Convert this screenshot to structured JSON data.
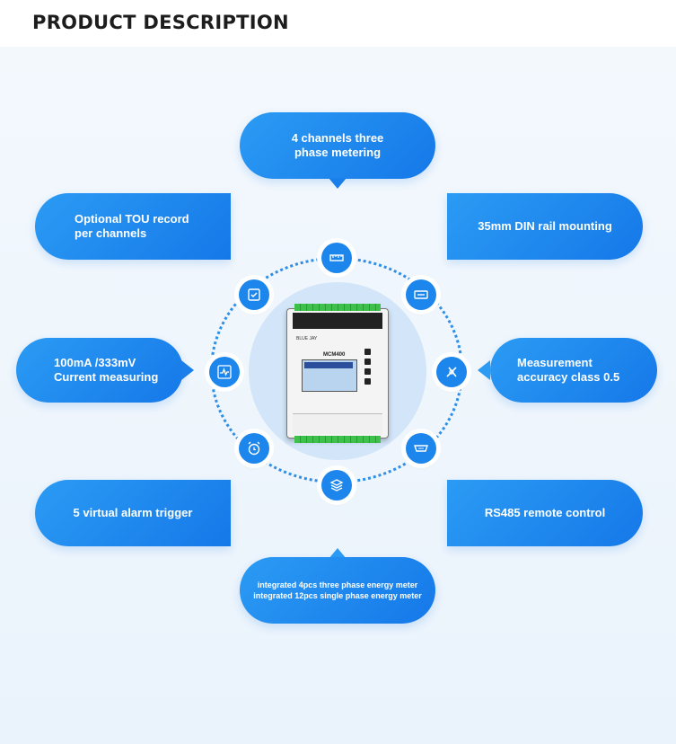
{
  "header": {
    "title": "PRODUCT DESCRIPTION"
  },
  "features": {
    "top": "4 channels three phase metering",
    "top_left": "Optional TOU record per channels",
    "top_right": "35mm DIN rail mounting",
    "mid_left": "100mA /333mV Current measuring",
    "mid_right": "Measurement accuracy class 0.5",
    "bottom_left": "5 virtual alarm trigger",
    "bottom_right": "RS485 remote control",
    "bottom_line1": "integrated 4pcs three phase energy meter",
    "bottom_line2": "integrated 12pcs single phase energy meter"
  },
  "device": {
    "brand": "BLUE JAY",
    "model": "MCM400"
  },
  "icons": [
    "ruler-icon",
    "checklist-icon",
    "din-rail-icon",
    "pulse-icon",
    "accuracy-icon",
    "alarm-clock-icon",
    "serial-port-icon",
    "layers-icon"
  ],
  "colors": {
    "accent": "#1c86ec",
    "bubble_start": "#2b9bf4",
    "bubble_end": "#1578e8",
    "hub": "#d3e6f9"
  }
}
